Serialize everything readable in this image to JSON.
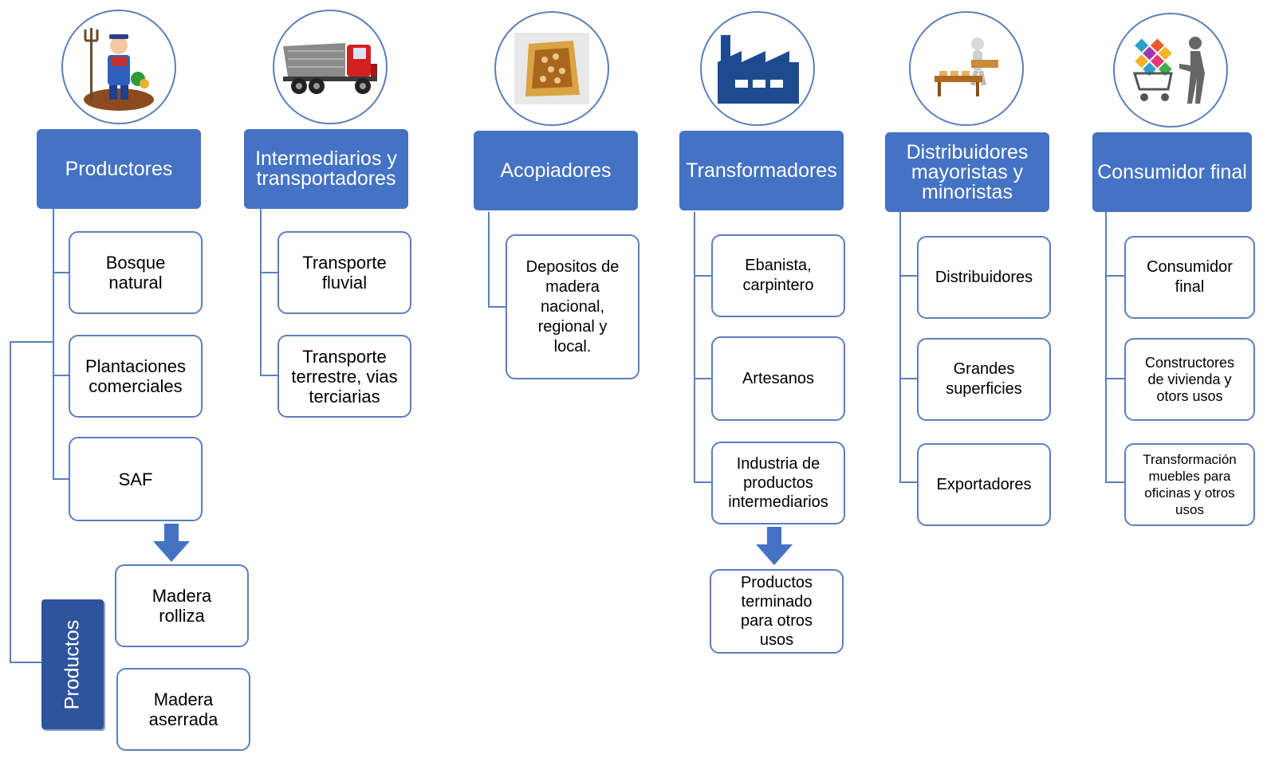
{
  "columns": [
    {
      "header": "Productores",
      "icon": "farmer-icon",
      "items": [
        "Bosque\nnatural",
        "Plantaciones\ncomerciales",
        "SAF"
      ]
    },
    {
      "header": "Intermediarios y\ntransportadores",
      "icon": "dump-truck-icon",
      "items": [
        "Transporte\nfluvial",
        "Transporte\nterrestre, vias\nterciarias"
      ]
    },
    {
      "header": "Acopiadores",
      "icon": "wooden-box-icon",
      "items": [
        "Depositos de\nmadera\nnacional,\nregional y\nlocal."
      ]
    },
    {
      "header": "Transformadores",
      "icon": "factory-icon",
      "items": [
        "Ebanista,\ncarpintero",
        "Artesanos",
        "Industria de\nproductos\nintermediarios"
      ],
      "output": "Productos\nterminado\npara otros\nusos"
    },
    {
      "header": "Distribuidores\nmayoristas y\nminoristas",
      "icon": "market-stall-icon",
      "items": [
        "Distribuidores",
        "Grandes\nsuperficies",
        "Exportadores"
      ]
    },
    {
      "header": "Consumidor final",
      "icon": "shopping-cart-icon",
      "items": [
        "Consumidor\nfinal",
        "Constructores\nde vivienda y\notors usos",
        "Transformación\nmuebles para\noficinas y otros\nusos"
      ]
    }
  ],
  "productos": {
    "label": "Productos",
    "items": [
      "Madera\nrolliza",
      "Madera\naserrada"
    ]
  },
  "colors": {
    "header_fill": "#4472c4",
    "productos_fill": "#2f549e",
    "border": "#5b7fbd"
  }
}
